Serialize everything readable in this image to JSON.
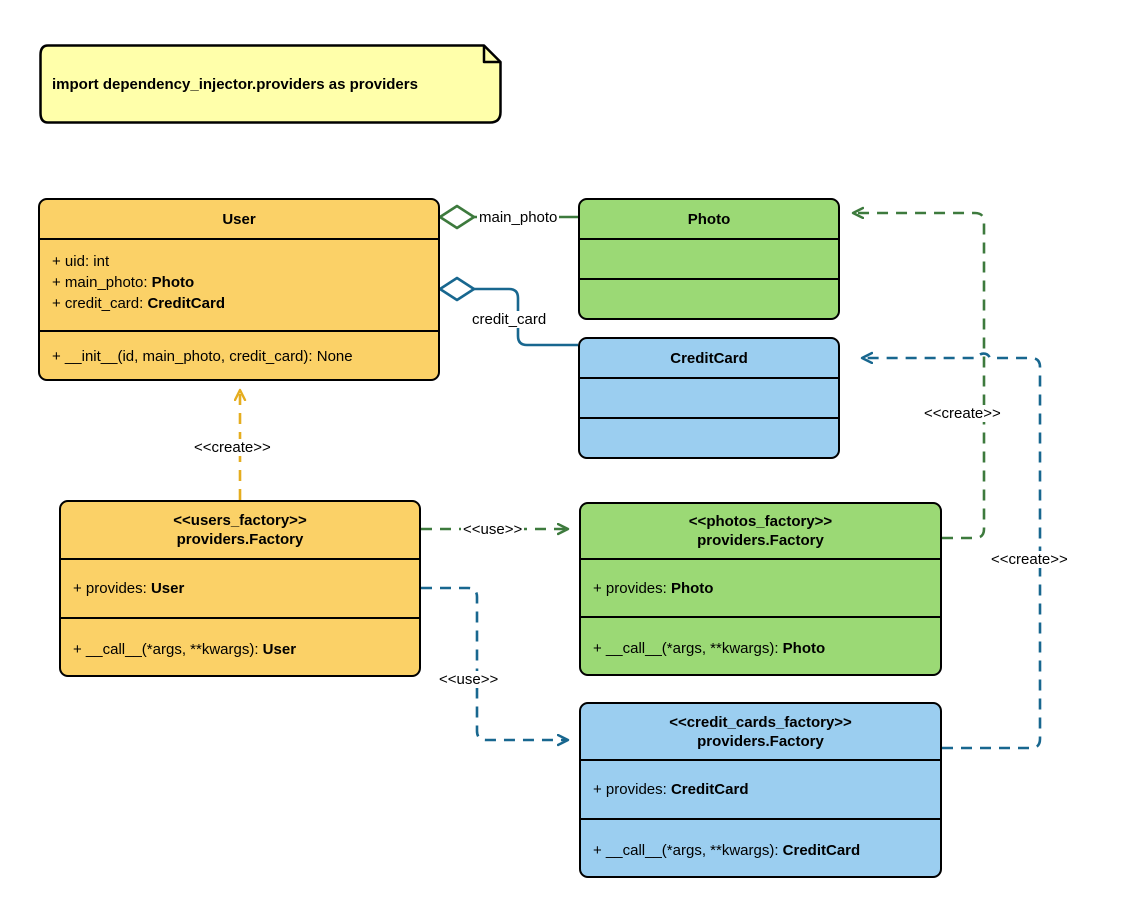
{
  "diagram": {
    "title": "dependency_injector factories UML class diagram",
    "background": "#ffffff",
    "colors": {
      "yellow_fill": "#fbd167",
      "green_fill": "#9bd975",
      "blue_fill": "#9bcef0",
      "note_fill": "#ffffaa",
      "note_border": "#000000",
      "box_border": "#000000",
      "green_edge": "#3d7a3d",
      "blue_edge": "#18678f",
      "orange_edge": "#e5ad1f",
      "text": "#000000"
    }
  },
  "note": {
    "text": "import dependency_injector.providers as providers"
  },
  "classes": {
    "user": {
      "name": "User",
      "attributes": [
        {
          "visibility": "+",
          "label": "uid: ",
          "type": "int",
          "type_bold": false
        },
        {
          "visibility": "+",
          "label": "main_photo: ",
          "type": "Photo",
          "type_bold": true
        },
        {
          "visibility": "+",
          "label": "credit_card: ",
          "type": "CreditCard",
          "type_bold": true
        }
      ],
      "methods": [
        {
          "visibility": "+",
          "label": "__init__(id, main_photo, credit_card): ",
          "type": "None",
          "type_bold": false
        }
      ]
    },
    "photo": {
      "name": "Photo",
      "attributes": [],
      "methods": []
    },
    "credit_card": {
      "name": "CreditCard",
      "attributes": [],
      "methods": []
    },
    "users_factory": {
      "stereotype": "<<users_factory>>",
      "name": "providers.Factory",
      "attributes": [
        {
          "visibility": "+",
          "label": "provides: ",
          "type": "User",
          "type_bold": true
        }
      ],
      "methods": [
        {
          "visibility": "+",
          "label": "__call__(*args, **kwargs): ",
          "type": "User",
          "type_bold": true
        }
      ]
    },
    "photos_factory": {
      "stereotype": "<<photos_factory>>",
      "name": "providers.Factory",
      "attributes": [
        {
          "visibility": "+",
          "label": "provides: ",
          "type": "Photo",
          "type_bold": true
        }
      ],
      "methods": [
        {
          "visibility": "+",
          "label": "__call__(*args, **kwargs): ",
          "type": "Photo",
          "type_bold": true
        }
      ]
    },
    "credit_cards_factory": {
      "stereotype": "<<credit_cards_factory>>",
      "name": "providers.Factory",
      "attributes": [
        {
          "visibility": "+",
          "label": "provides: ",
          "type": "CreditCard",
          "type_bold": true
        }
      ],
      "methods": [
        {
          "visibility": "+",
          "label": "__call__(*args, **kwargs): ",
          "type": "CreditCard",
          "type_bold": true
        }
      ]
    }
  },
  "edges": {
    "user_main_photo": {
      "label": "main_photo",
      "kind": "aggregation",
      "from": "User",
      "to": "Photo",
      "color": "#3d7a3d"
    },
    "user_credit_card": {
      "label": "credit_card",
      "kind": "aggregation",
      "from": "User",
      "to": "CreditCard",
      "color": "#18678f"
    },
    "users_factory_create_user": {
      "label": "<<create>>",
      "kind": "dependency",
      "from": "users_factory",
      "to": "User",
      "color": "#e5ad1f"
    },
    "users_factory_use_photos_factory": {
      "label": "<<use>>",
      "kind": "dependency",
      "from": "users_factory",
      "to": "photos_factory",
      "color": "#3d7a3d"
    },
    "users_factory_use_credit_cards_factory": {
      "label": "<<use>>",
      "kind": "dependency",
      "from": "users_factory",
      "to": "credit_cards_factory",
      "color": "#18678f"
    },
    "photos_factory_create_photo": {
      "label": "<<create>>",
      "kind": "dependency",
      "from": "photos_factory",
      "to": "Photo",
      "color": "#3d7a3d"
    },
    "credit_cards_factory_create_credit_card": {
      "label": "<<create>>",
      "kind": "dependency",
      "from": "credit_cards_factory",
      "to": "CreditCard",
      "color": "#18678f"
    }
  }
}
